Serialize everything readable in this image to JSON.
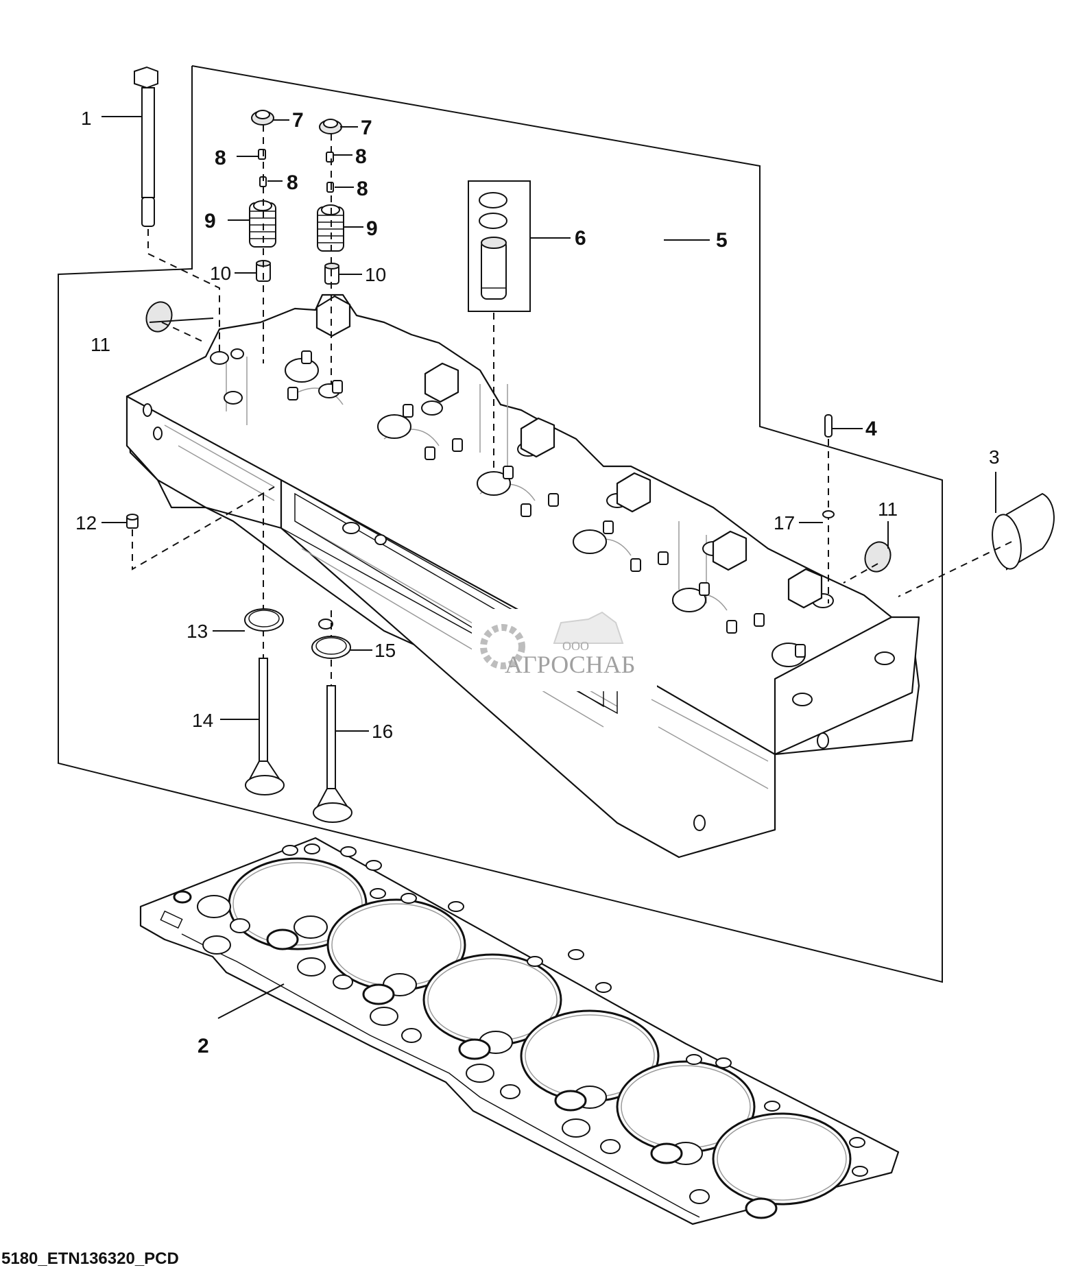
{
  "diagram": {
    "title_code": "5180_ETN136320_PCD",
    "subject": "Cylinder head assembly — exploded parts view",
    "callouts": [
      {
        "id": "1",
        "part": "cylinder-head-bolt"
      },
      {
        "id": "2",
        "part": "cylinder-head-gasket"
      },
      {
        "id": "3",
        "part": "cup-plug-large"
      },
      {
        "id": "4",
        "part": "dowel-pin"
      },
      {
        "id": "5",
        "part": "cylinder-head-assembly"
      },
      {
        "id": "6",
        "part": "injector-sleeve-kit"
      },
      {
        "id": "7",
        "part": "valve-spring-retainer"
      },
      {
        "id": "8",
        "part": "valve-keeper"
      },
      {
        "id": "9",
        "part": "valve-spring"
      },
      {
        "id": "10",
        "part": "valve-stem-seal"
      },
      {
        "id": "11",
        "part": "expansion-plug"
      },
      {
        "id": "12",
        "part": "plug"
      },
      {
        "id": "13",
        "part": "intake-valve-seat-insert"
      },
      {
        "id": "14",
        "part": "intake-valve"
      },
      {
        "id": "15",
        "part": "exhaust-valve-seat-insert"
      },
      {
        "id": "16",
        "part": "exhaust-valve"
      },
      {
        "id": "17",
        "part": "o-ring"
      }
    ],
    "labels": {
      "l1": "1",
      "l2": "2",
      "l3": "3",
      "l4": "4",
      "l5": "5",
      "l6": "6",
      "l7a": "7",
      "l7b": "7",
      "l8a": "8",
      "l8b": "8",
      "l8c": "8",
      "l8d": "8",
      "l9a": "9",
      "l9b": "9",
      "l10a": "10",
      "l10b": "10",
      "l11a": "11",
      "l11b": "11",
      "l12": "12",
      "l13": "13",
      "l14": "14",
      "l15": "15",
      "l16": "16",
      "l17": "17"
    }
  },
  "watermark": {
    "prefix": "ООО",
    "brand": "АГРОСНАБ"
  }
}
